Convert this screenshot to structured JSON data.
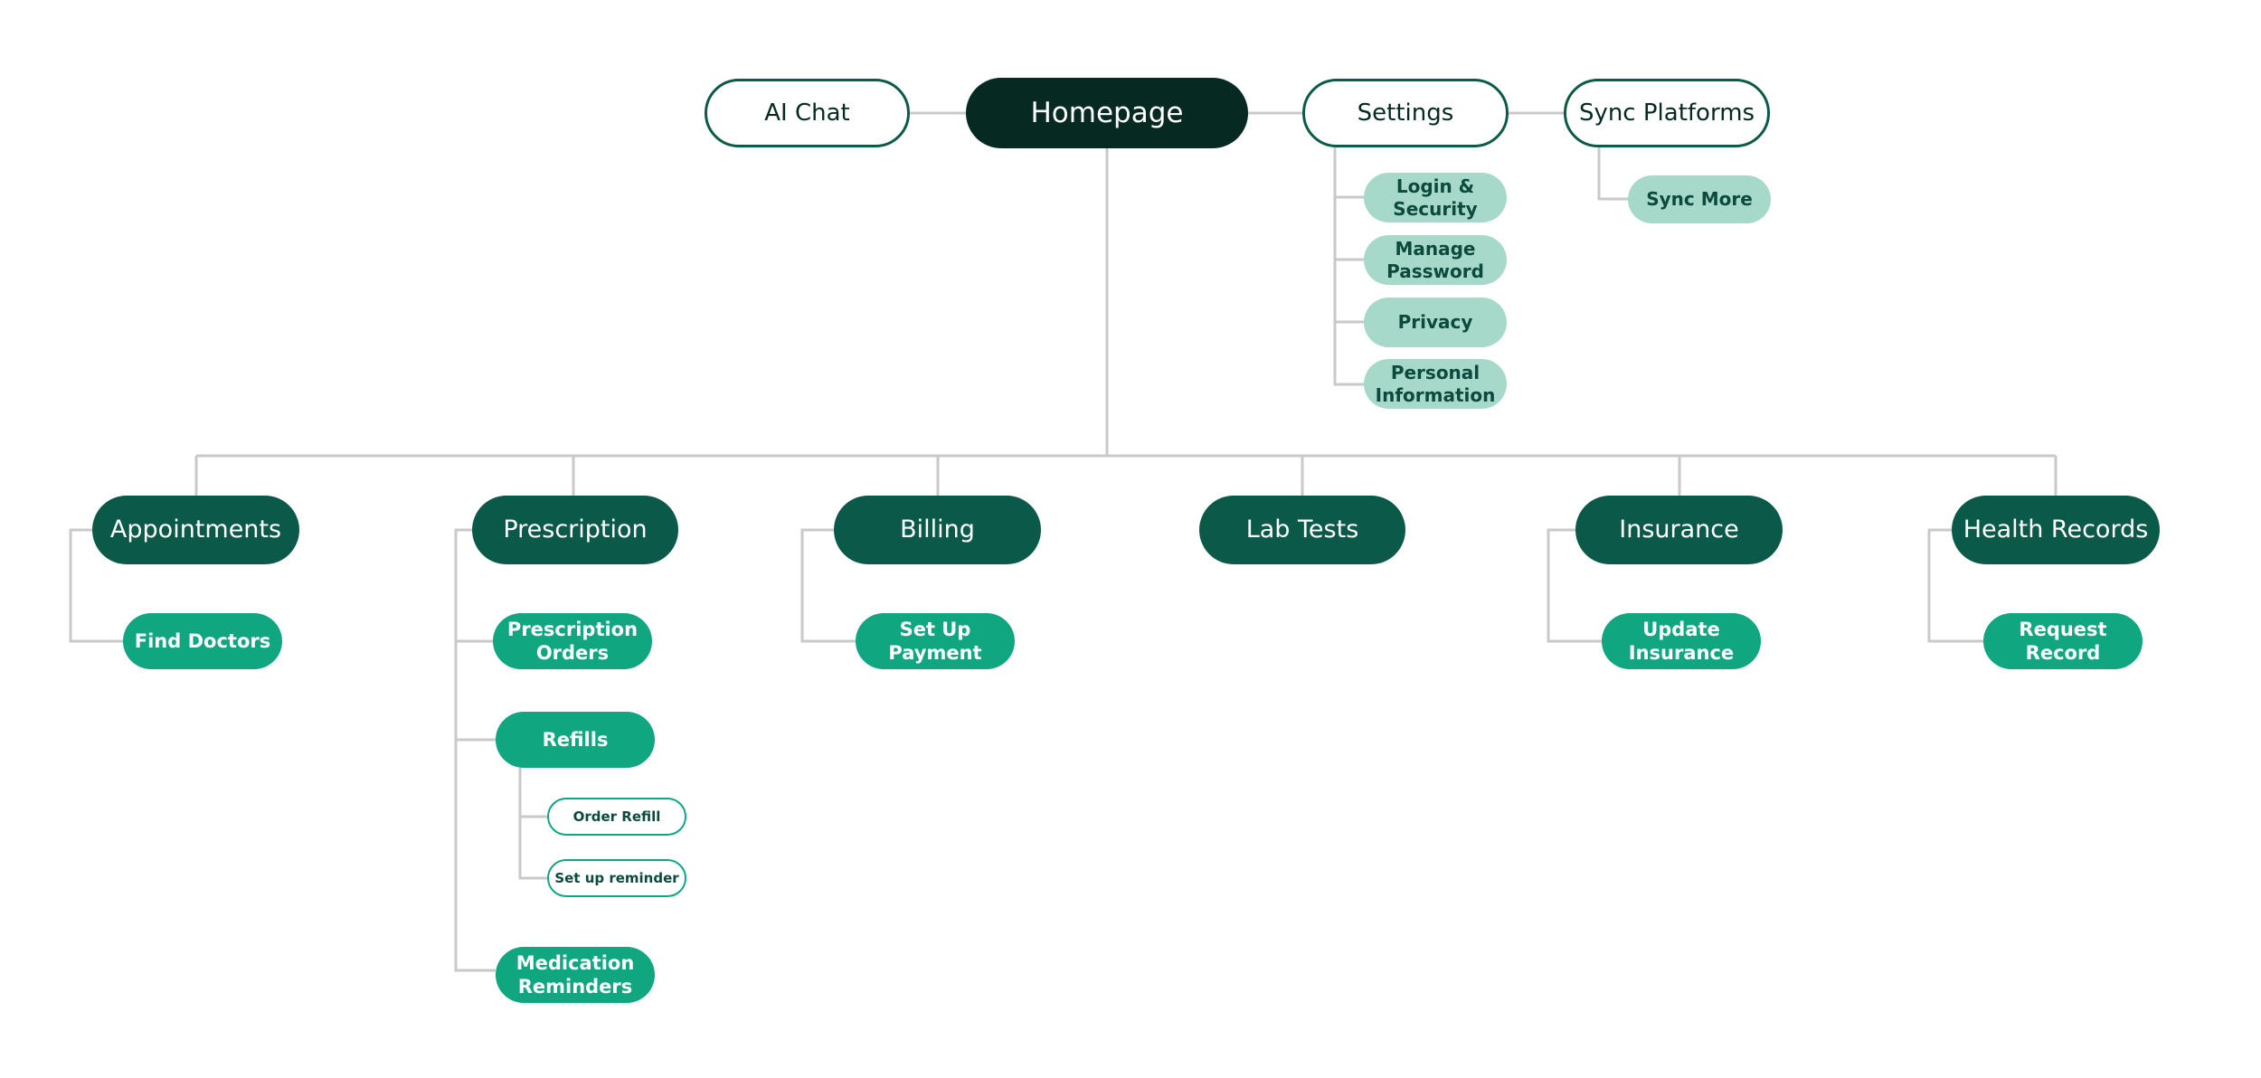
{
  "diagram": {
    "root": {
      "label": "Homepage"
    },
    "top_siblings": {
      "ai_chat": "AI Chat",
      "settings": "Settings",
      "sync_platforms": "Sync Platforms"
    },
    "settings_children": [
      "Login &\nSecurity",
      "Manage\nPassword",
      "Privacy",
      "Personal\nInformation"
    ],
    "sync_children": [
      "Sync More"
    ],
    "sections": [
      {
        "label": "Appointments",
        "children": [
          "Find Doctors"
        ]
      },
      {
        "label": "Prescription",
        "children": [
          "Prescription\nOrders",
          "Refills",
          "Medication\nReminders"
        ],
        "refills_children": [
          "Order Refill",
          "Set up reminder"
        ]
      },
      {
        "label": "Billing",
        "children": [
          "Set Up\nPayment"
        ]
      },
      {
        "label": "Lab Tests",
        "children": []
      },
      {
        "label": "Insurance",
        "children": [
          "Update\nInsurance"
        ]
      },
      {
        "label": "Health Records",
        "children": [
          "Request\nRecord"
        ]
      }
    ]
  },
  "colors": {
    "root": "#062a22",
    "section": "#0b5a49",
    "subitem": "#0fa680",
    "settings_item": "#a7d9cb",
    "connector": "#c9c9c9"
  }
}
